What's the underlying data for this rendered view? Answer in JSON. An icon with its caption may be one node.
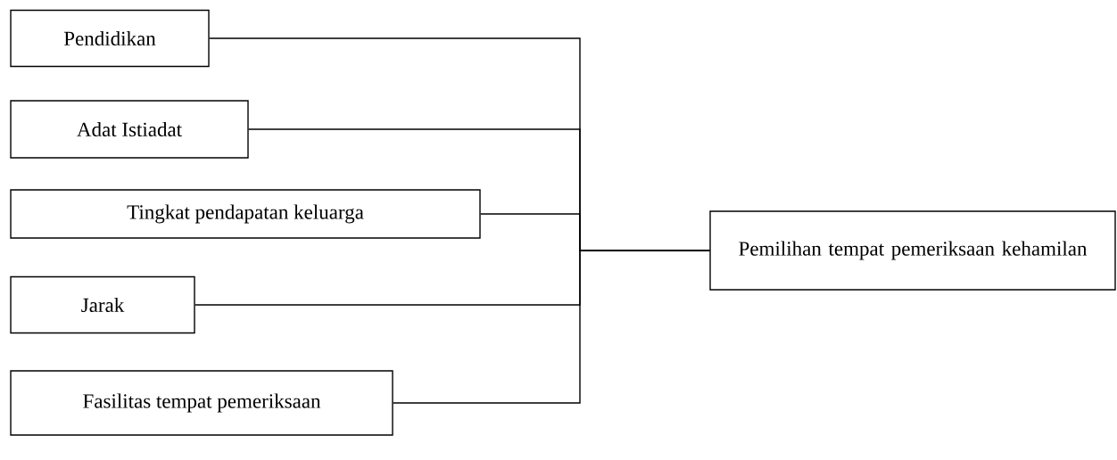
{
  "diagram": {
    "nodes": [
      {
        "text": [
          "Pendidikan"
        ]
      },
      {
        "text": [
          "Adat Istiadat"
        ]
      },
      {
        "text": [
          "Tingkat pendapatan keluarga"
        ]
      },
      {
        "text": [
          "Jarak"
        ]
      },
      {
        "text": [
          "Fasilitas tempat pemeriksaan"
        ]
      },
      {
        "text": [
          "Pemilihan tempat pemeriksaan kehamilan"
        ]
      }
    ],
    "edges": [
      {
        "from": 0,
        "to": 5,
        "arrow": "none"
      },
      {
        "from": 1,
        "to": 5,
        "arrow": "none"
      },
      {
        "from": 2,
        "to": 5,
        "arrow": "none"
      },
      {
        "from": 3,
        "to": 5,
        "arrow": "none"
      },
      {
        "from": 4,
        "to": 5,
        "arrow": "none"
      }
    ]
  }
}
